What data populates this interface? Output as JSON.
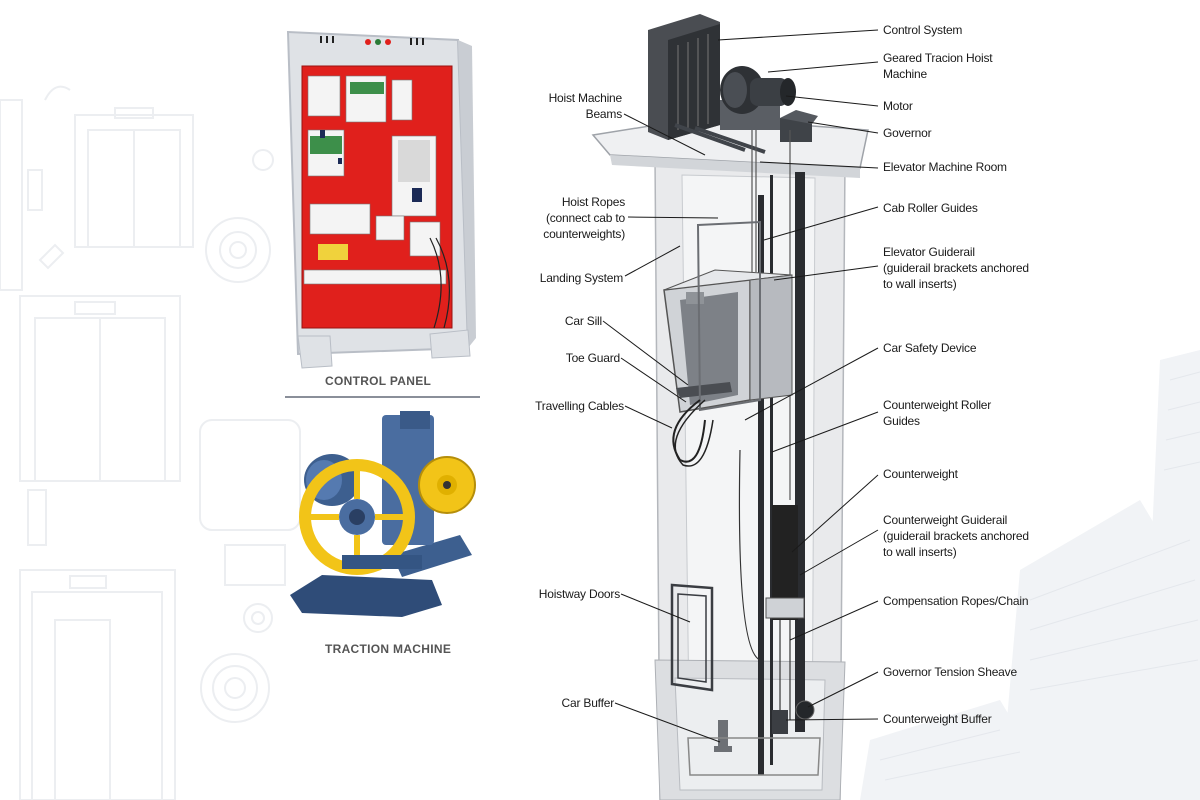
{
  "captions": {
    "control_panel": "CONTROL PANEL",
    "traction_machine": "TRACTION MACHINE"
  },
  "labels_right": {
    "control_system": "Control System",
    "geared_hoist_line1": "Geared Tracion Hoist",
    "geared_hoist_line2": "Machine",
    "motor": "Motor",
    "governor": "Governor",
    "machine_room": "Elevator Machine Room",
    "cab_roller_guides": "Cab Roller Guides",
    "guiderail_line1": "Elevator Guiderail",
    "guiderail_line2": "(guiderail brackets anchored",
    "guiderail_line3": "to wall inserts)",
    "car_safety_device": "Car Safety Device",
    "cw_roller_line1": "Counterweight Roller",
    "cw_roller_line2": "Guides",
    "counterweight": "Counterweight",
    "cw_guiderail_line1": "Counterweight Guiderail",
    "cw_guiderail_line2": "(guiderail brackets anchored",
    "cw_guiderail_line3": "to wall inserts)",
    "compensation": "Compensation Ropes/Chain",
    "governor_tension": "Governor Tension Sheave",
    "cw_buffer": "Counterweight Buffer"
  },
  "labels_left": {
    "hoist_beams_line1": "Hoist Machine",
    "hoist_beams_line2": "Beams",
    "hoist_ropes_line1": "Hoist Ropes",
    "hoist_ropes_line2": "(connect cab to",
    "hoist_ropes_line3": "counterweights)",
    "landing_system": "Landing System",
    "car_sill": "Car Sill",
    "toe_guard": "Toe Guard",
    "travelling_cables": "Travelling Cables",
    "hoistway_doors": "Hoistway Doors",
    "car_buffer": "Car Buffer"
  },
  "colors": {
    "panel_red": "#e0201c",
    "panel_body": "#e9ebee",
    "machine_yellow": "#f2c418",
    "machine_blue": "#3d5f8f",
    "shaft_fill": "#e8e9eb",
    "leader": "#1a1a1a"
  }
}
